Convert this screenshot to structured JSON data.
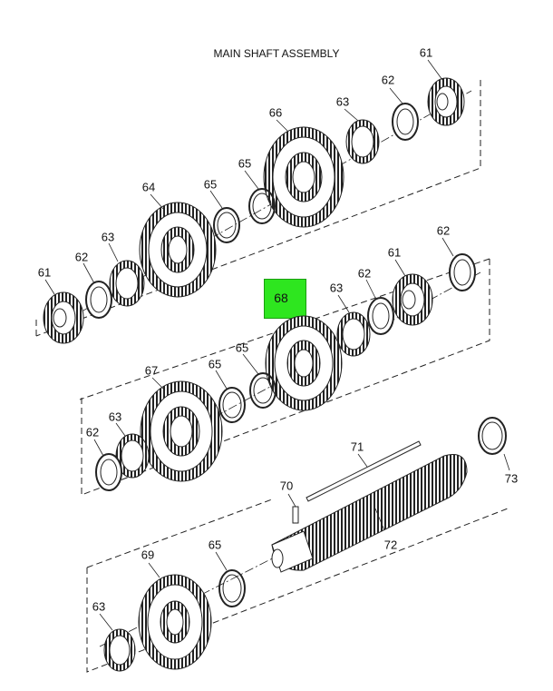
{
  "diagram": {
    "title": "MAIN SHAFT ASSEMBLY",
    "highlight_color": "#2ee61f",
    "highlighted_part": "68"
  },
  "callouts": [
    {
      "id": "c61a",
      "label": "61"
    },
    {
      "id": "c62a",
      "label": "62"
    },
    {
      "id": "c63a",
      "label": "63"
    },
    {
      "id": "c66",
      "label": "66"
    },
    {
      "id": "c65a",
      "label": "65"
    },
    {
      "id": "c65b",
      "label": "65"
    },
    {
      "id": "c64",
      "label": "64"
    },
    {
      "id": "c63b",
      "label": "63"
    },
    {
      "id": "c62b",
      "label": "62"
    },
    {
      "id": "c61b",
      "label": "61"
    },
    {
      "id": "c62c",
      "label": "62"
    },
    {
      "id": "c61c",
      "label": "61"
    },
    {
      "id": "c62d",
      "label": "62"
    },
    {
      "id": "c63c",
      "label": "63"
    },
    {
      "id": "c68",
      "label": "68"
    },
    {
      "id": "c65c",
      "label": "65"
    },
    {
      "id": "c65d",
      "label": "65"
    },
    {
      "id": "c67",
      "label": "67"
    },
    {
      "id": "c63d",
      "label": "63"
    },
    {
      "id": "c62e",
      "label": "62"
    },
    {
      "id": "c71",
      "label": "71"
    },
    {
      "id": "c73",
      "label": "73"
    },
    {
      "id": "c70",
      "label": "70"
    },
    {
      "id": "c72",
      "label": "72"
    },
    {
      "id": "c69",
      "label": "69"
    },
    {
      "id": "c65e",
      "label": "65"
    },
    {
      "id": "c63e",
      "label": "63"
    }
  ]
}
